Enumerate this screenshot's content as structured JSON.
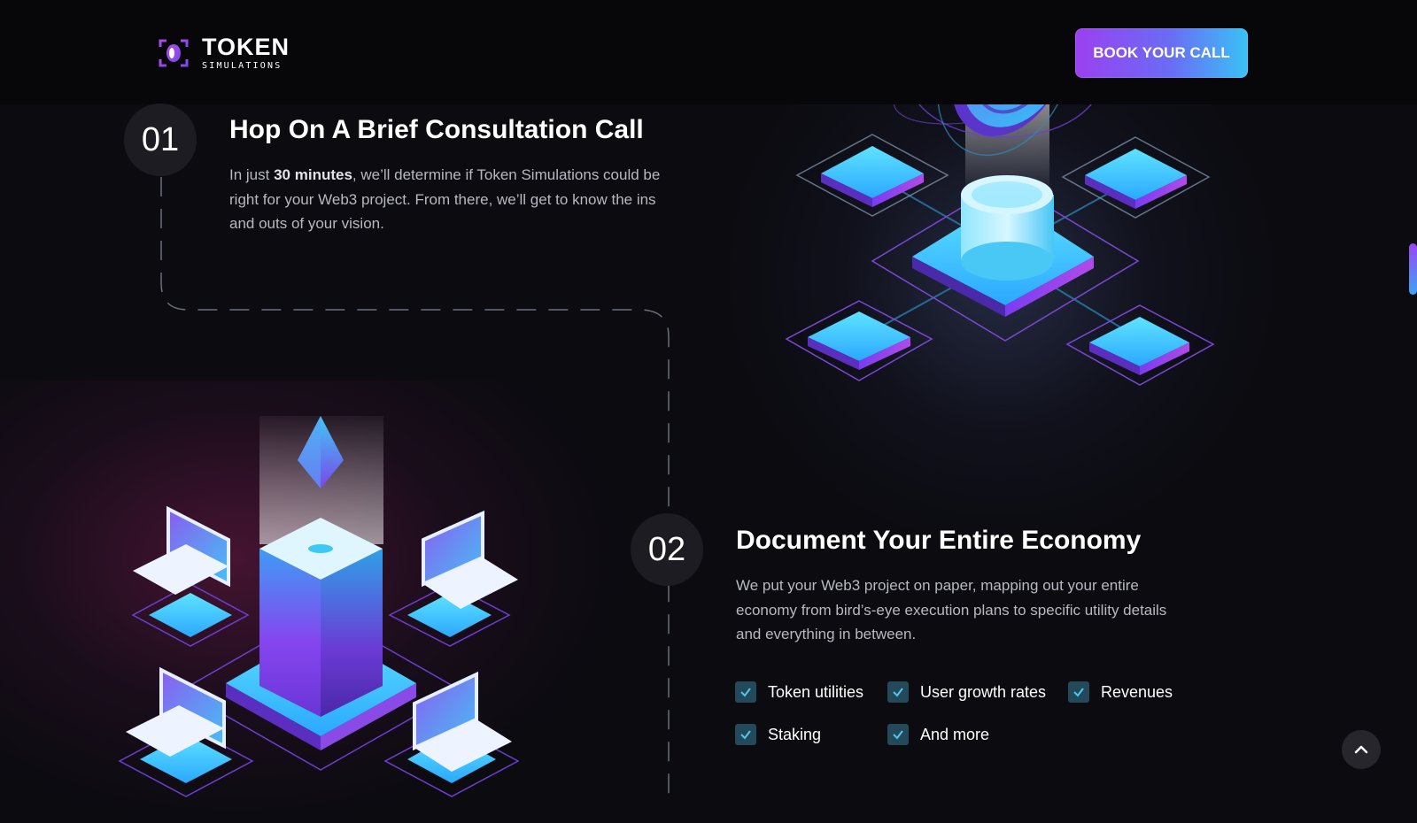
{
  "header": {
    "logo": {
      "title": "TOKEN",
      "subtitle": "SIMULATIONS",
      "icon": "bracket-eye-logo-icon"
    },
    "cta_label": "BOOK YOUR CALL"
  },
  "steps": [
    {
      "number": "01",
      "title": "Hop On A Brief Consultation Call",
      "desc_before": "In just ",
      "desc_bold": "30 minutes",
      "desc_after": ", we’ll determine if Token Simulations could be right for your Web3 project. From there, we’ll get to know the ins and outs of your vision."
    },
    {
      "number": "02",
      "title": "Document Your Entire Economy",
      "desc": "We put your Web3 project on paper, mapping out your entire economy from bird’s-eye execution plans to specific utility details and everything in between.",
      "checklist": [
        "Token utilities",
        "User growth rates",
        "Revenues",
        "Staking",
        "And more"
      ]
    }
  ],
  "illustrations": {
    "top_right": "bitcoin-blockchain-network-illustration",
    "bottom_left": "ethereum-laptops-network-illustration"
  },
  "controls": {
    "scroll_top_icon": "chevron-up-icon"
  },
  "colors": {
    "background": "#0b0b10",
    "accent_purple": "#9b40f0",
    "accent_cyan": "#39c2f7",
    "check_bg": "#23495a"
  }
}
